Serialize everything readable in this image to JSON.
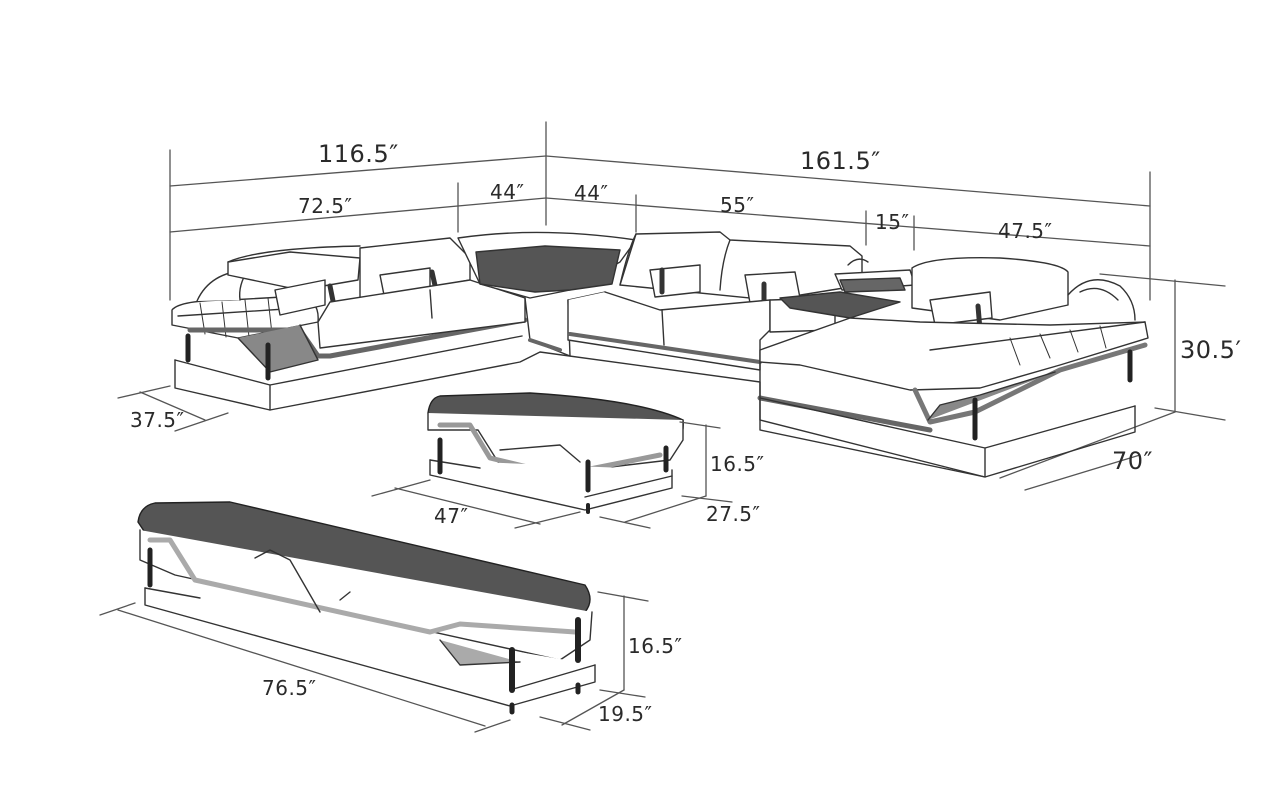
{
  "diagram": {
    "type": "furniture-dimension-drawing",
    "items": [
      {
        "name": "sectional-sofa",
        "description": "U-shaped modular sectional sofa with corner unit, side table and chaise"
      },
      {
        "name": "coffee-table",
        "description": "Rectangular coffee table with dark top and lower shelf"
      },
      {
        "name": "tv-stand",
        "description": "Long low TV stand / media console with dark top"
      }
    ],
    "colors": {
      "line": "#333333",
      "dark_panel": "#5a5a5a",
      "mid_gray": "#a8a8a8",
      "background": "#ffffff"
    }
  },
  "dimensions": {
    "sofa_left_total": "116.5″",
    "sofa_right_total": "161.5″",
    "sofa_left_section": "72.5″",
    "sofa_left_corner": "44″",
    "sofa_right_corner": "44″",
    "sofa_middle_section": "55″",
    "sofa_side_table": "15″",
    "sofa_chaise_width": "47.5″",
    "sofa_height": "30.5′",
    "sofa_depth": "37.5″",
    "chaise_length": "70″",
    "coffee_table_length": "47″",
    "coffee_table_depth": "27.5″",
    "coffee_table_height": "16.5″",
    "tv_stand_length": "76.5″",
    "tv_stand_depth": "19.5″",
    "tv_stand_height": "16.5″"
  }
}
